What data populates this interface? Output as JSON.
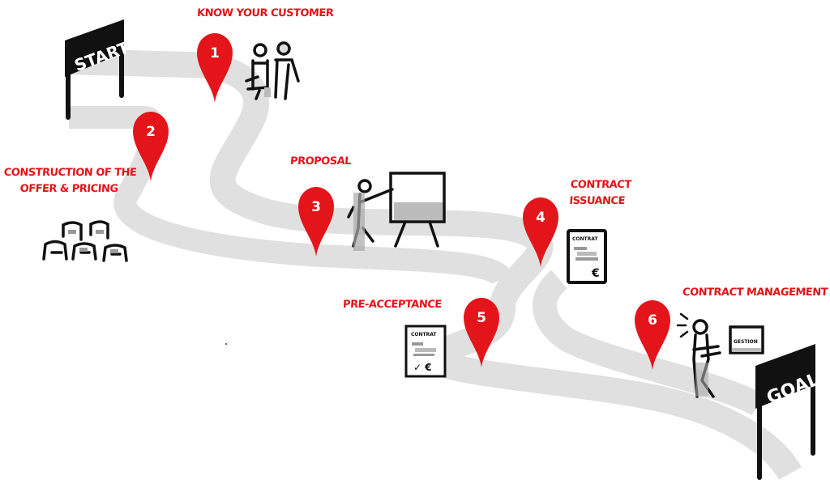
{
  "diagram": {
    "type": "customer-journey-roadmap",
    "start_sign": "START",
    "goal_sign": "GOAL",
    "colors": {
      "road": "#e0e0e0",
      "pin": "#e3151a",
      "label": "#e3151a",
      "ink": "#111111"
    },
    "steps": [
      {
        "number": "1",
        "label": "Know your customer",
        "icon": "two-people-icon"
      },
      {
        "number": "2",
        "label_lines": [
          "Construction of the",
          "offer & pricing"
        ],
        "icon": "stacked-boxes-icon"
      },
      {
        "number": "3",
        "label": "Proposal",
        "icon": "presenter-whiteboard-icon"
      },
      {
        "number": "4",
        "label_lines": [
          "Contract",
          "issuance"
        ],
        "icon": "contract-document-icon",
        "doc_title": "CONTRAT",
        "doc_symbol": "€"
      },
      {
        "number": "5",
        "label": "Pre-acceptance",
        "icon": "signed-contract-icon",
        "doc_title": "CONTRAT",
        "doc_symbol": "✓ €"
      },
      {
        "number": "6",
        "label": "Contract management",
        "icon": "person-with-sign-icon",
        "sign_text": "GESTION"
      }
    ]
  }
}
